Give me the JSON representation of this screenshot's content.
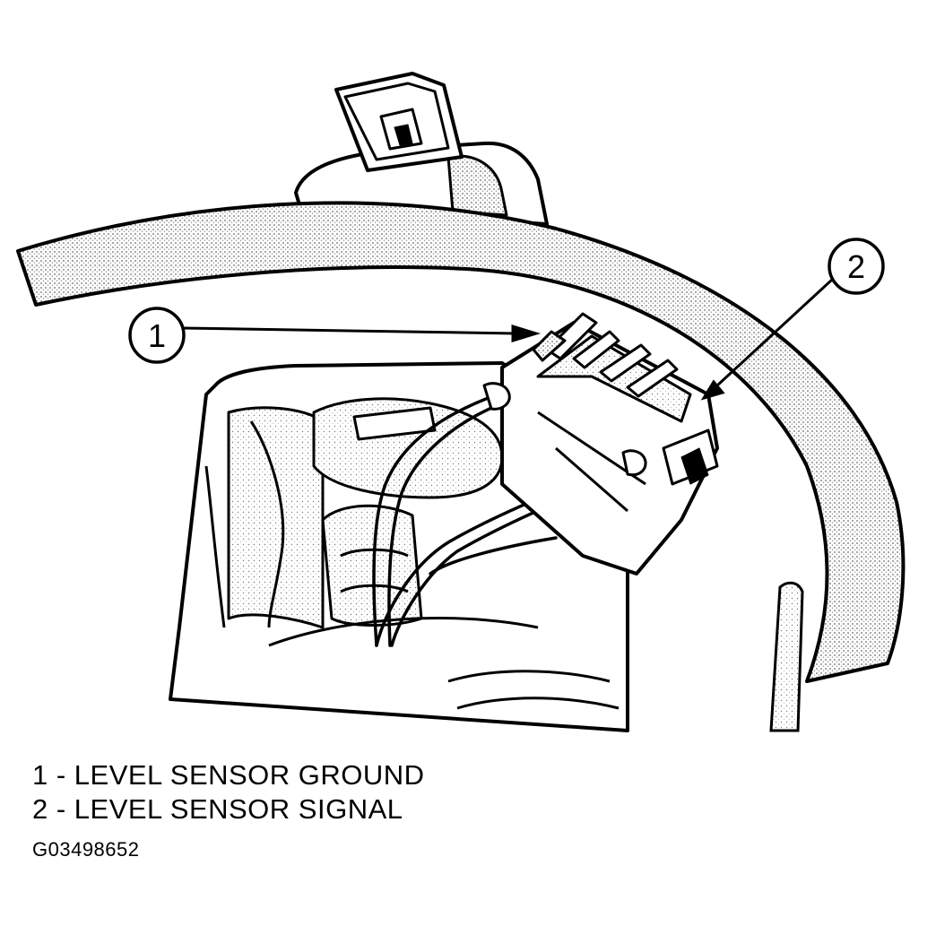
{
  "diagram": {
    "callouts": [
      {
        "number": "1"
      },
      {
        "number": "2"
      }
    ],
    "legend": [
      {
        "text": "1 - LEVEL SENSOR GROUND"
      },
      {
        "text": "2 - LEVEL SENSOR SIGNAL"
      }
    ],
    "figure_id": "G03498652",
    "colors": {
      "line": "#000000",
      "stipple": "#9a9a9a",
      "background": "#ffffff"
    }
  }
}
